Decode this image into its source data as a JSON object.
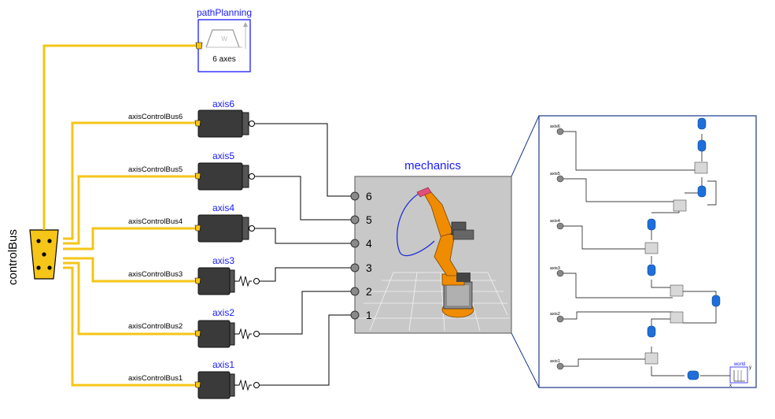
{
  "bus": {
    "label": "controlBus"
  },
  "pathPlanning": {
    "title": "pathPlanning",
    "caption": "6 axes",
    "glyph": "W"
  },
  "axes": [
    {
      "name": "axis6",
      "bus_label": "axisControlBus6",
      "port": "6"
    },
    {
      "name": "axis5",
      "bus_label": "axisControlBus5",
      "port": "5"
    },
    {
      "name": "axis4",
      "bus_label": "axisControlBus4",
      "port": "4"
    },
    {
      "name": "axis3",
      "bus_label": "axisControlBus3",
      "port": "3"
    },
    {
      "name": "axis2",
      "bus_label": "axisControlBus2",
      "port": "2"
    },
    {
      "name": "axis1",
      "bus_label": "axisControlBus1",
      "port": "1"
    }
  ],
  "mechanics": {
    "title": "mechanics"
  },
  "detail": {
    "axis_labels": [
      "axis6",
      "axis5",
      "axis4",
      "axis3",
      "axis2",
      "axis1"
    ],
    "world_label": "world",
    "world_axes": [
      "y",
      "x"
    ]
  },
  "colors": {
    "bus": "#f5c518",
    "label_blue": "#1a1aff",
    "motor_dark": "#3a3a3a",
    "mech_bg": "#c8c8c8",
    "robot_orange": "#f08c00",
    "body_blue": "#1e6fd9"
  }
}
